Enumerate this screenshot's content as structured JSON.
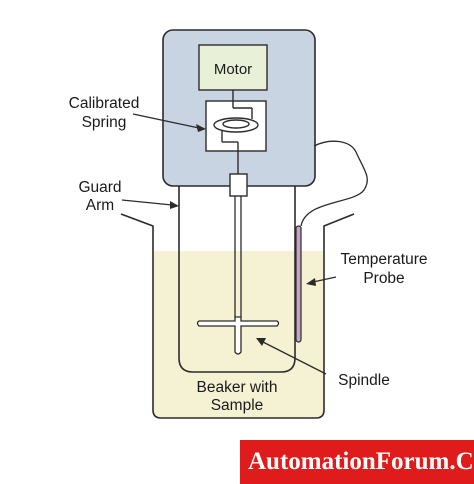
{
  "labels": {
    "motor": "Motor",
    "calibrated_spring": [
      "Calibrated",
      "Spring"
    ],
    "guard_arm": [
      "Guard",
      "Arm"
    ],
    "temperature_probe": [
      "Temperature",
      "Probe"
    ],
    "spindle": "Spindle",
    "beaker": [
      "Beaker with",
      "Sample"
    ]
  },
  "watermark": "AutomationForum.Co",
  "colors": {
    "housing": "#c8d4e2",
    "motor_box": "#e8f0d8",
    "sample": "#f4f2d2",
    "stroke": "#2b2b2b",
    "probe": "#c3a6c4",
    "watermark_bg": "#e01b1b"
  }
}
